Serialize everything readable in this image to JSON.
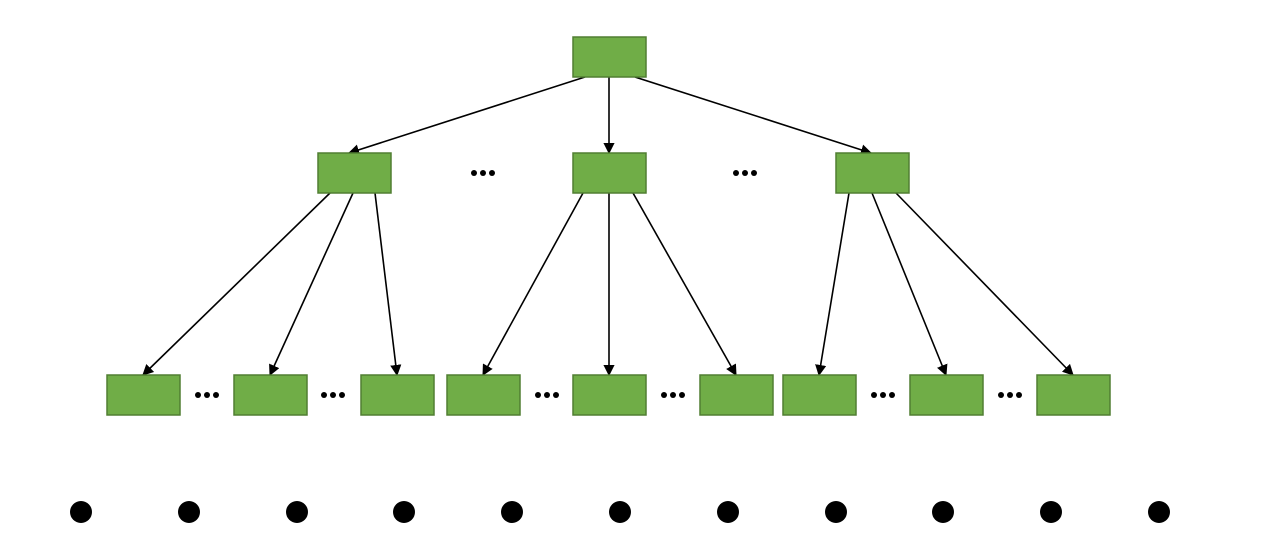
{
  "diagram": {
    "type": "tree",
    "colors": {
      "node_fill": "#70ad47",
      "node_stroke": "#507e32",
      "edge": "#000000",
      "dot": "#000000"
    },
    "levels": [
      {
        "level": 0,
        "node_count": 1
      },
      {
        "level": 1,
        "node_count": 3,
        "ellipsis_between": true
      },
      {
        "level": 2,
        "node_count": 9,
        "ellipsis_between_siblings": true
      },
      {
        "level": 3,
        "representation": "dots",
        "dot_count": 11
      }
    ],
    "edges": [
      [
        "root",
        "l1-0"
      ],
      [
        "root",
        "l1-1"
      ],
      [
        "root",
        "l1-2"
      ],
      [
        "l1-0",
        "l2-0"
      ],
      [
        "l1-0",
        "l2-1"
      ],
      [
        "l1-0",
        "l2-2"
      ],
      [
        "l1-1",
        "l2-3"
      ],
      [
        "l1-1",
        "l2-4"
      ],
      [
        "l1-1",
        "l2-5"
      ],
      [
        "l1-2",
        "l2-6"
      ],
      [
        "l1-2",
        "l2-7"
      ],
      [
        "l1-2",
        "l2-8"
      ]
    ]
  }
}
